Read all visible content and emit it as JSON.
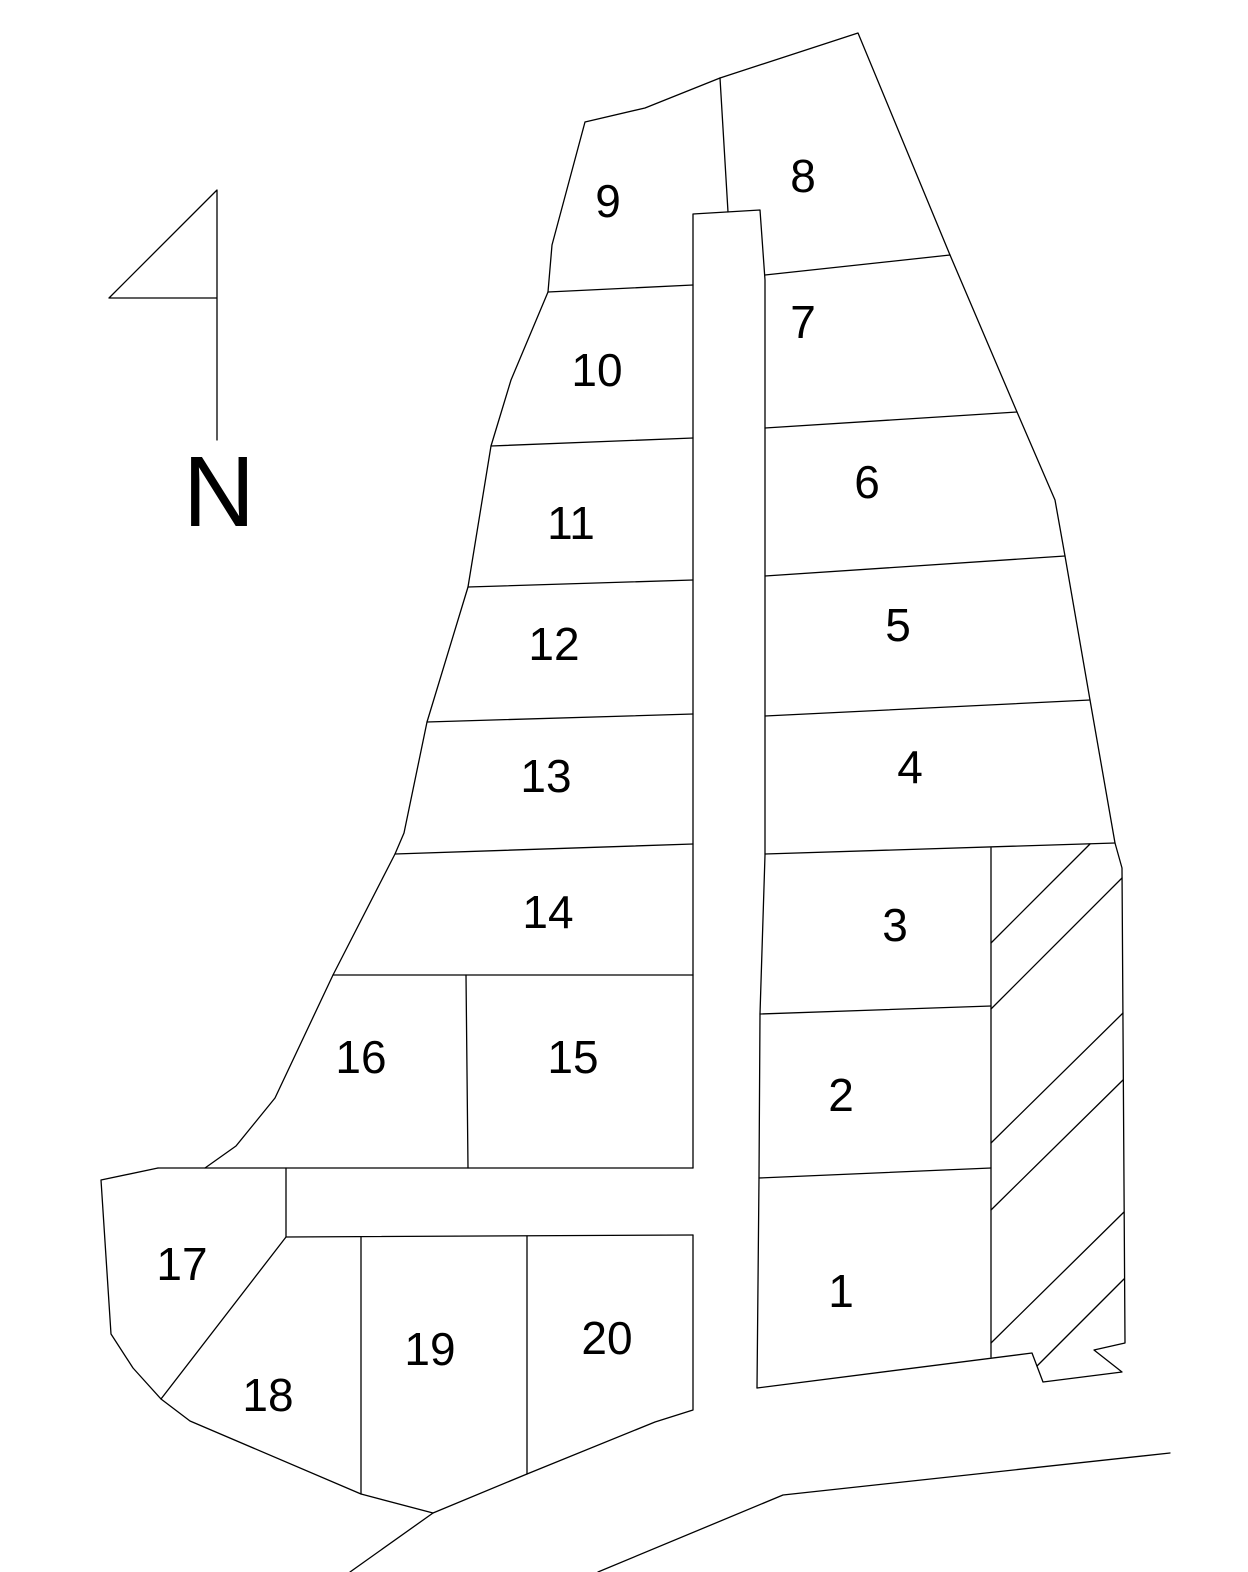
{
  "north_arrow": {
    "letter": "N"
  },
  "lots": [
    {
      "id": "1",
      "label": "1"
    },
    {
      "id": "2",
      "label": "2"
    },
    {
      "id": "3",
      "label": "3"
    },
    {
      "id": "4",
      "label": "4"
    },
    {
      "id": "5",
      "label": "5"
    },
    {
      "id": "6",
      "label": "6"
    },
    {
      "id": "7",
      "label": "7"
    },
    {
      "id": "8",
      "label": "8"
    },
    {
      "id": "9",
      "label": "9"
    },
    {
      "id": "10",
      "label": "10"
    },
    {
      "id": "11",
      "label": "11"
    },
    {
      "id": "12",
      "label": "12"
    },
    {
      "id": "13",
      "label": "13"
    },
    {
      "id": "14",
      "label": "14"
    },
    {
      "id": "15",
      "label": "15"
    },
    {
      "id": "16",
      "label": "16"
    },
    {
      "id": "17",
      "label": "17"
    },
    {
      "id": "18",
      "label": "18"
    },
    {
      "id": "19",
      "label": "19"
    },
    {
      "id": "20",
      "label": "20"
    }
  ]
}
